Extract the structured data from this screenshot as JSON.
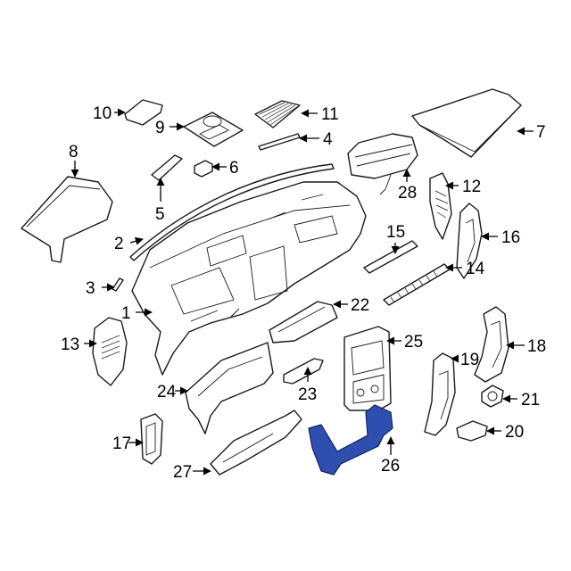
{
  "diagram": {
    "highlight_color": "#2f4fb0",
    "callouts": [
      "1",
      "2",
      "3",
      "4",
      "5",
      "6",
      "7",
      "8",
      "9",
      "10",
      "11",
      "12",
      "13",
      "14",
      "15",
      "16",
      "17",
      "18",
      "19",
      "20",
      "21",
      "22",
      "23",
      "24",
      "25",
      "26",
      "27",
      "28"
    ]
  }
}
